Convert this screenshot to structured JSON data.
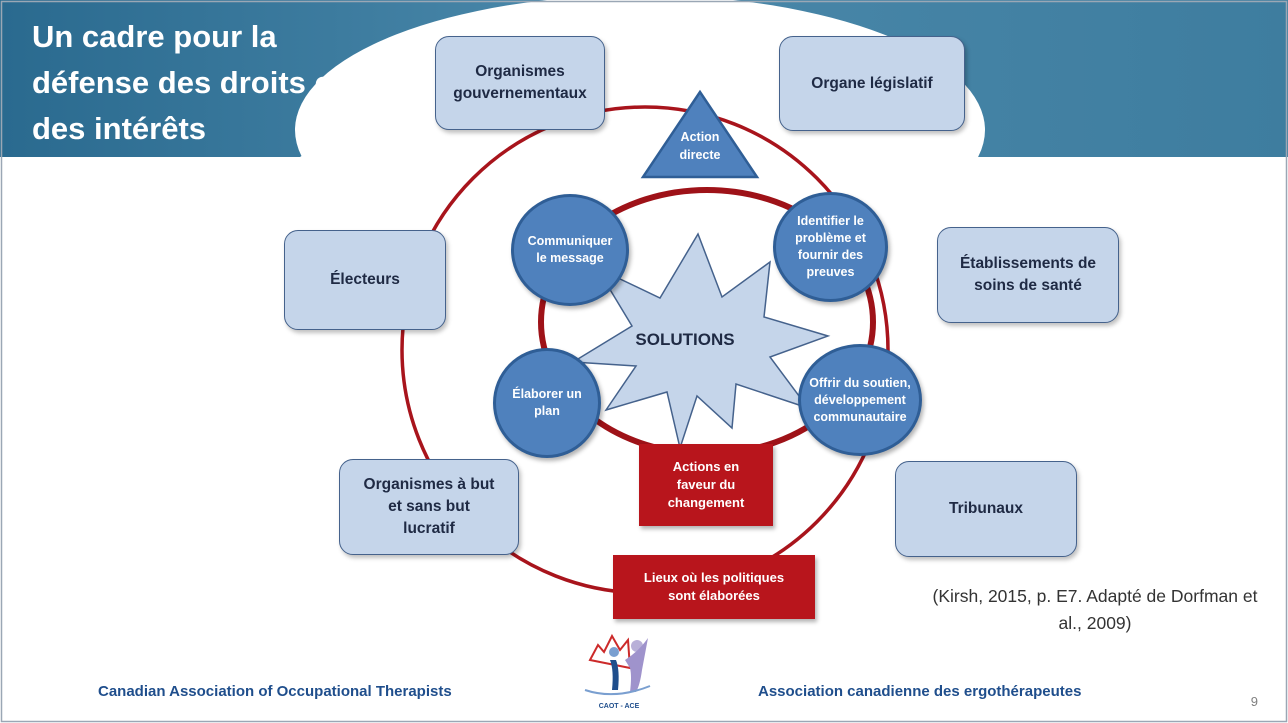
{
  "title_lines": [
    "Un cadre pour la",
    "défense des droits et",
    "des intérêts"
  ],
  "outer_boxes": {
    "gov": "Organismes gouvernementaux",
    "legislative": "Organe législatif",
    "voters": "Électeurs",
    "health": "Établissements de soins de santé",
    "nonprofit": "Organismes à but et sans but lucratif",
    "courts": "Tribunaux"
  },
  "direct_action": "Action directe",
  "circles": {
    "communicate": "Communiquer le message",
    "identify": "Identifier le problème et fournir des preuves",
    "plan": "Élaborer un plan",
    "support": "Offrir du soutien, développement communautaire"
  },
  "solutions": "SOLUTIONS",
  "change_actions": "Actions en faveur du changement",
  "policy_places": "Lieux où les politiques sont élaborées",
  "citation": "(Kirsh, 2015, p. E7. Adapté de Dorfman et al., 2009)",
  "footer": {
    "left": "Canadian Association of Occupational Therapists",
    "right": "Association canadienne des ergothérapeutes",
    "logo_text": "CAOT - ACE"
  },
  "page_number": "9",
  "colors": {
    "header": "#2f6f92",
    "outer_ring": "#a8141c",
    "light_box": "#c5d5ea",
    "node_blue": "#4f81bd",
    "red_box": "#b8151c",
    "footer_text": "#1f4e8c"
  }
}
